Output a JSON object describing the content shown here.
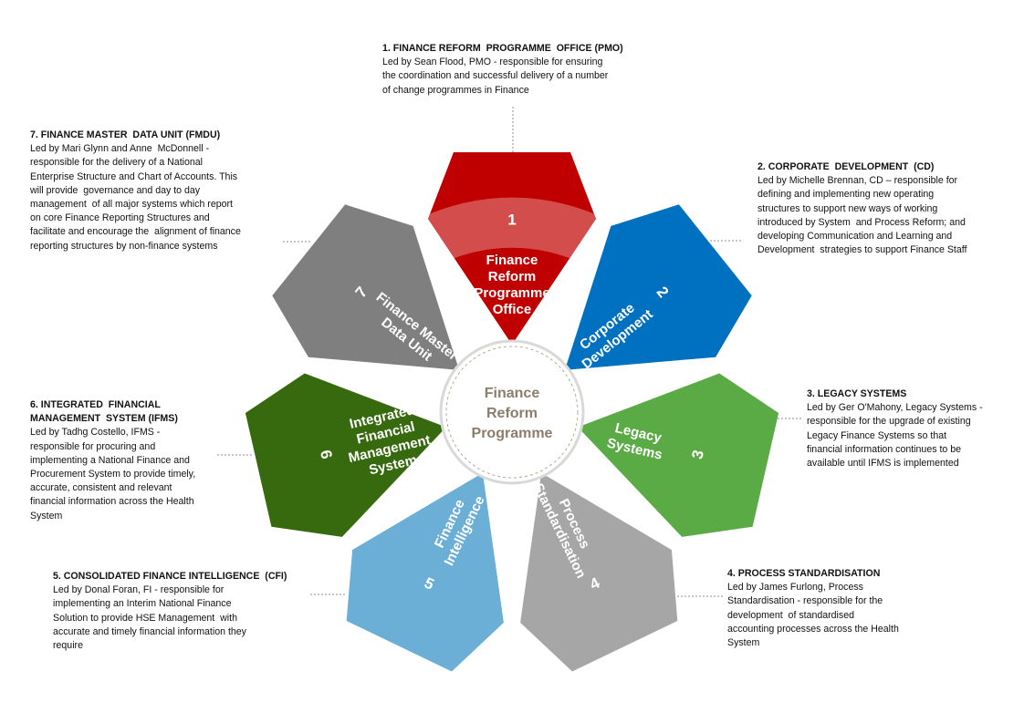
{
  "hub": {
    "lines": [
      "Finance",
      "Reform",
      "Programme"
    ],
    "color": "#8b7d6b"
  },
  "segments": [
    {
      "number": "1",
      "lines": [
        "Finance",
        "Reform",
        "Programme",
        "Office"
      ],
      "color": "#c00000",
      "title": "1. FINANCE REFORM  PROGRAMME  OFFICE (PMO)",
      "body": "Led by Sean Flood, PMO - responsible for ensuring\nthe coordination and successful delivery of a number\nof change programmes in Finance"
    },
    {
      "number": "2",
      "lines": [
        "Corporate",
        "Development"
      ],
      "color": "#0070c0",
      "title": "2. CORPORATE  DEVELOPMENT  (CD)",
      "body": "Led by Michelle Brennan, CD – responsible for\ndefining and implementing new operating\nstructures to support new ways of working\nintroduced by System  and Process Reform; and\ndeveloping Communication and Learning and\nDevelopment  strategies to support Finance Staff"
    },
    {
      "number": "3",
      "lines": [
        "Legacy",
        "Systems"
      ],
      "color": "#5aaa46",
      "title": "3. LEGACY SYSTEMS",
      "body": "Led by Ger O'Mahony, Legacy Systems -\nresponsible for the upgrade of existing\nLegacy Finance Systems so that\nfinancial information continues to be\navailable until IFMS is implemented"
    },
    {
      "number": "4",
      "lines": [
        "Process",
        "Standardisation"
      ],
      "color": "#a6a6a6",
      "title": "4. PROCESS STANDARDISATION",
      "body": "Led by James Furlong, Process\nStandardisation - responsible for the\ndevelopment  of standardised\naccounting processes across the Health\nSystem"
    },
    {
      "number": "5",
      "lines": [
        "Finance",
        "Intelligence"
      ],
      "color": "#6baed6",
      "title": "5. CONSOLIDATED FINANCE INTELLIGENCE  (CFI)",
      "body": "Led by Donal Foran, FI - responsible for\nimplementing an Interim National Finance\nSolution to provide HSE Management  with\naccurate and timely financial information they\nrequire"
    },
    {
      "number": "6",
      "lines": [
        "Integrated",
        "Financial",
        "Management",
        "System"
      ],
      "color": "#376a0e",
      "title": "6. INTEGRATED  FINANCIAL\nMANAGEMENT  SYSTEM (IFMS)",
      "body": "Led by Tadhg Costello, IFMS -\nresponsible for procuring and\nimplementing a National Finance and\nProcurement System to provide timely,\naccurate, consistent and relevant\nfinancial information across the Health\nSystem"
    },
    {
      "number": "7",
      "lines": [
        "Finance Master",
        "Data Unit"
      ],
      "color": "#7f7f7f",
      "title": "7. FINANCE MASTER  DATA UNIT (FMDU)",
      "body": "Led by Mari Glynn and Anne  McDonnell -\nresponsible for the delivery of a National\nEnterprise Structure and Chart of Accounts. This\nwill provide  governance and day to day\nmanagement  of all major systems which report\non core Finance Reporting Structures and\nfacilitate and encourage the  alignment of finance\nreporting structures by non-finance systems"
    }
  ]
}
